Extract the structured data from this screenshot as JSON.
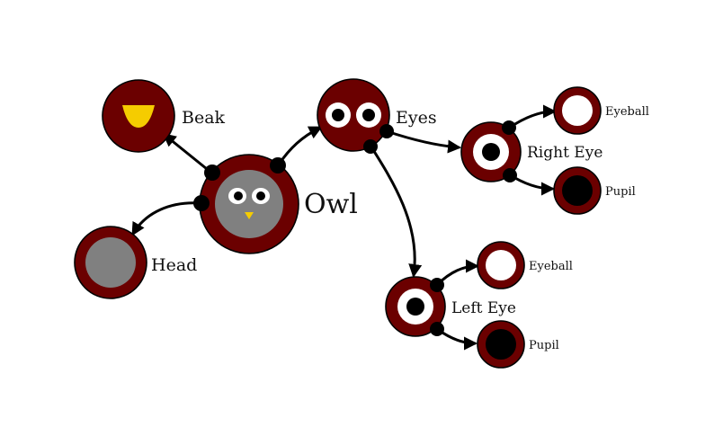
{
  "colors": {
    "node_ring": "#6b0000",
    "head_fill": "#808080",
    "eye_white": "#ffffff",
    "pupil": "#000000",
    "beak": "#f5cc00",
    "edge": "#000000"
  },
  "nodes": {
    "owl": {
      "label": "Owl",
      "icon": "owl-face-icon"
    },
    "beak": {
      "label": "Beak",
      "icon": "beak-icon"
    },
    "head": {
      "label": "Head",
      "icon": "gray-disc-icon"
    },
    "eyes": {
      "label": "Eyes",
      "icon": "two-eyes-icon"
    },
    "right_eye": {
      "label": "Right Eye",
      "icon": "eye-icon"
    },
    "right_eyeball": {
      "label": "Eyeball",
      "icon": "eyeball-icon"
    },
    "right_pupil": {
      "label": "Pupil",
      "icon": "pupil-icon"
    },
    "left_eye": {
      "label": "Left Eye",
      "icon": "eye-icon"
    },
    "left_eyeball": {
      "label": "Eyeball",
      "icon": "eyeball-icon"
    },
    "left_pupil": {
      "label": "Pupil",
      "icon": "pupil-icon"
    }
  },
  "edges": [
    {
      "from": "owl",
      "to": "beak"
    },
    {
      "from": "owl",
      "to": "head"
    },
    {
      "from": "owl",
      "to": "eyes"
    },
    {
      "from": "eyes",
      "to": "right_eye"
    },
    {
      "from": "eyes",
      "to": "left_eye"
    },
    {
      "from": "right_eye",
      "to": "right_eyeball"
    },
    {
      "from": "right_eye",
      "to": "right_pupil"
    },
    {
      "from": "left_eye",
      "to": "left_eyeball"
    },
    {
      "from": "left_eye",
      "to": "left_pupil"
    }
  ]
}
